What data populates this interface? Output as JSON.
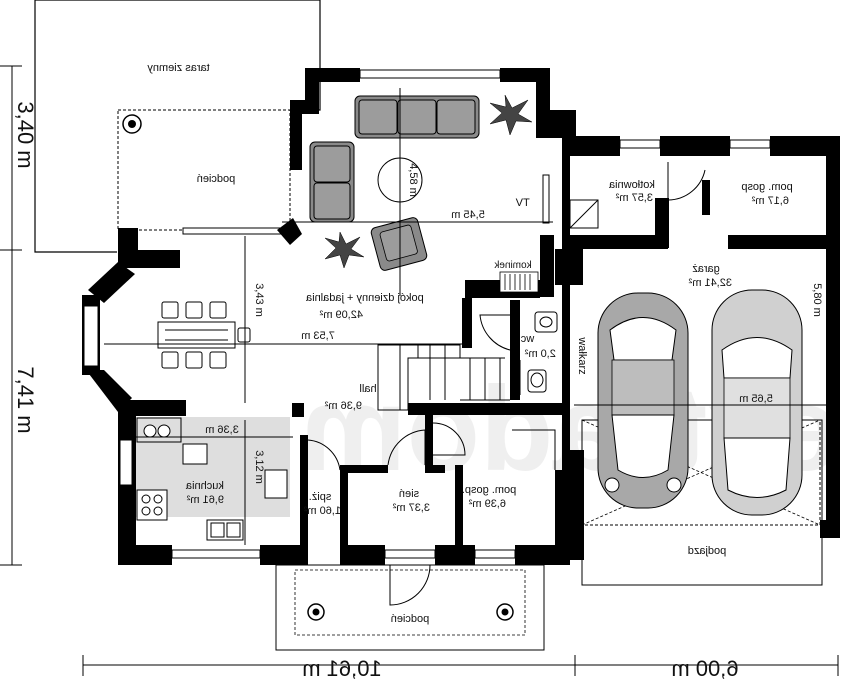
{
  "rooms": {
    "taras": {
      "name": "taras ziemny"
    },
    "podcien_top": {
      "name": "podcień"
    },
    "pokoj": {
      "name": "pokój dzienny + jadalnia",
      "area": "42,09 m²"
    },
    "kominek": {
      "name": "kominek"
    },
    "tv": {
      "name": "TV"
    },
    "kotlownia": {
      "name": "kotłownia",
      "area": "3,57 m²"
    },
    "pom_gosp_top": {
      "name": "pom. gosp",
      "area": "6,17 m²"
    },
    "garaz": {
      "name": "garaż",
      "area": "32,41 m²"
    },
    "wc": {
      "name": "wc",
      "area": "2,0 m²"
    },
    "walkarz": {
      "name": "wałkarz"
    },
    "hall": {
      "name": "hall",
      "area": "9,36 m²"
    },
    "kuchnia": {
      "name": "kuchnia",
      "area": "9,61 m²"
    },
    "spiz": {
      "name": "spiż.",
      "area": "1,60 m²"
    },
    "sien": {
      "name": "sień",
      "area": "3,37 m²"
    },
    "pom_gosp_bottom": {
      "name": "pom. gosp.",
      "area": "6,39 m²"
    },
    "podjazd": {
      "name": "podjazd"
    },
    "podcien_bottom": {
      "name": "podcień"
    }
  },
  "dimensions": {
    "d_458": "4,58 m",
    "d_545": "5,45 m",
    "d_343": "3,43 m",
    "d_753": "7,53 m",
    "d_580": "5,80 m",
    "d_565": "5,65 m",
    "d_336": "3,36 m",
    "d_312": "3,12 m",
    "left_top": "3,40 m",
    "left_bottom": "7,41 m",
    "bottom_left": "10,61 m",
    "bottom_right": "6,00 m"
  },
  "watermark": "extradom"
}
